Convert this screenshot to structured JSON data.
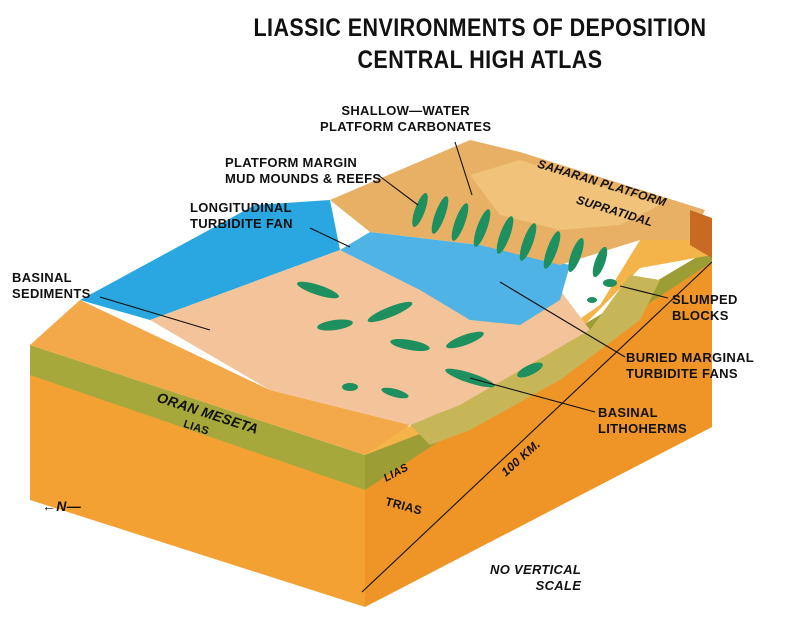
{
  "title": {
    "line1": "LIASSIC ENVIRONMENTS OF DEPOSITION",
    "line2": "CENTRAL HIGH ATLAS"
  },
  "labels": {
    "shallow_water_1": "SHALLOW—WATER",
    "shallow_water_2": "PLATFORM CARBONATES",
    "platform_margin_1": "PLATFORM MARGIN",
    "platform_margin_2": "MUD MOUNDS & REEFS",
    "longitudinal_1": "LONGITUDINAL",
    "longitudinal_2": "TURBIDITE FAN",
    "basinal_sed_1": "BASINAL",
    "basinal_sed_2": "SEDIMENTS",
    "slumped_1": "SLUMPED",
    "slumped_2": "BLOCKS",
    "buried_1": "BURIED MARGINAL",
    "buried_2": "TURBIDITE FANS",
    "litho_1": "BASINAL",
    "litho_2": "LITHOHERMS",
    "saharan": "SAHARAN PLATFORM",
    "supratidal": "SUPRATIDAL",
    "oran": "ORAN MESETA",
    "lias_front": "LIAS",
    "lias_side": "LIAS",
    "trias": "TRIAS",
    "scale": "100 KM.",
    "north": "←N—",
    "no_vertical_1": "NO VERTICAL",
    "no_vertical_2": "SCALE"
  },
  "colors": {
    "orange": "#f3a133",
    "dark_orange": "#e3801f",
    "olive": "#a7a83c",
    "basin": "#f3c39a",
    "sea_blue": "#2aa7e0",
    "turbidite_blue": "#4fb3e6",
    "green": "#1e8f5e",
    "platform": "#e8b064",
    "brown_red": "#c96a24"
  }
}
